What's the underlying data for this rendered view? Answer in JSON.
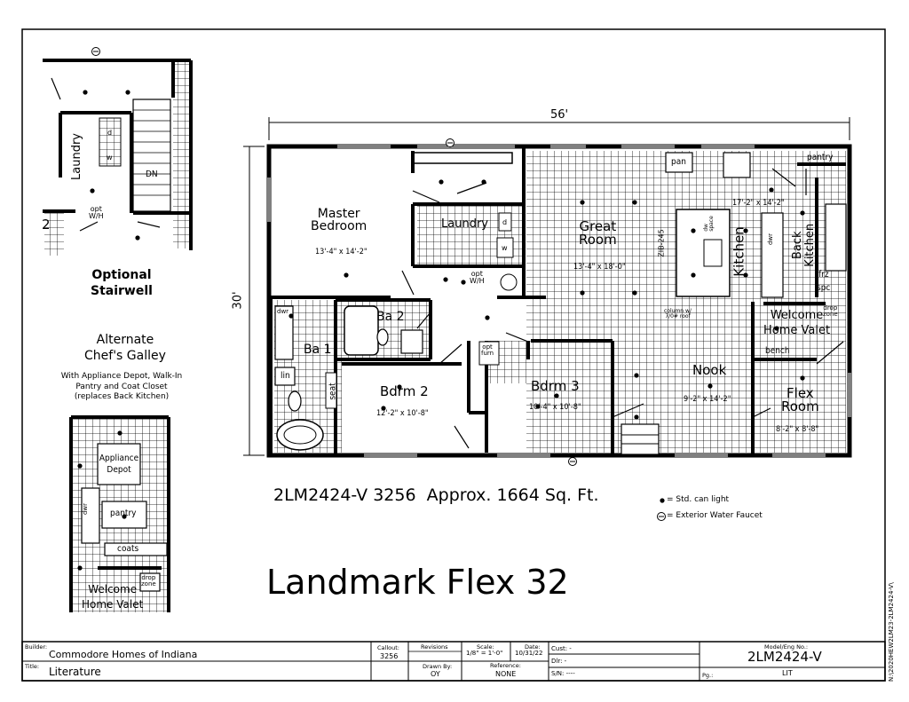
{
  "plan": {
    "overall_width": "56'",
    "overall_depth": "30'",
    "model_line": "2LM2424-V 3256  Approx. 1664 Sq. Ft.",
    "title": "Landmark Flex 32",
    "legend": {
      "can_light": "= Std. can light",
      "faucet": "= Exterior Water Faucet"
    }
  },
  "rooms": {
    "master_name": "Master\nBedroom",
    "master_dim": "13'-4\" x 14'-2\"",
    "laundry": "Laundry",
    "great_name": "Great\nRoom",
    "great_dim": "13'-4\" x 18'-0\"",
    "kitchen": "Kitchen",
    "kitchen_dim": "17'-2\" x 14'-2\"",
    "back_kitchen": "Back\nKitchen",
    "pantry": "pantry",
    "pan": "pan",
    "frz": "frz",
    "spc": "spc",
    "zib": "ZIB-245",
    "dw_space": "dw\nspace",
    "dwr": "dwr",
    "ba2": "Ba 2",
    "ba1": "Ba 1",
    "lin": "lin",
    "seat": "seat",
    "bdrm2_name": "Bdrm 2",
    "bdrm2_dim": "12'-2\" x 10'-8\"",
    "bdrm3_name": "Bdrm 3",
    "bdrm3_dim": "10'-4\" x 10'-8\"",
    "opt_wh": "opt\nW/H",
    "opt_furn": "opt\nfurn",
    "nook_name": "Nook",
    "nook_dim": "9'-2\" x 14'-2\"",
    "welcome": "Welcome\nHome Valet",
    "drop_zone": "drop\nzone",
    "bench": "bench",
    "flex_name": "Flex\nRoom",
    "flex_dim": "8'-2\" x 8'-8\"",
    "column_note": "column w/\n7/0# roof",
    "d": "d",
    "w": "w"
  },
  "stairwell": {
    "title": "Optional\nStairwell",
    "laundry": "Laundry",
    "dn": "DN",
    "opt_wh": "opt\nW/H",
    "two": "2",
    "d": "d",
    "w": "w"
  },
  "galley": {
    "title": "Alternate\nChef's Galley",
    "subtitle": "With Appliance Depot, Walk-In\nPantry and Coat Closet\n(replaces Back Kitchen)",
    "appliance_depot": "Appliance\nDepot",
    "pantry": "pantry",
    "coats": "coats",
    "drop_zone": "drop\nzone",
    "welcome": "Welcome\nHome Valet",
    "dwr": "dwr"
  },
  "title_block": {
    "builder_cap": "Builder:",
    "builder": "Commodore Homes of Indiana",
    "title_cap": "Title:",
    "title": "Literature",
    "callout_cap": "Callout:",
    "callout": "3256",
    "revisions_cap": "Revisions",
    "drawn_cap": "Drawn By:",
    "drawn": "OY",
    "scale_cap": "Scale:",
    "scale": "1/8\" = 1'-0\"",
    "date_cap": "Date:",
    "date": "10/31/22",
    "reference_cap": "Reference:",
    "reference": "NONE",
    "cust": "Cust: -",
    "dlr": "Dlr: -",
    "sn": "S/N: ----",
    "model_cap": "Model/Eng No.:",
    "model": "2LM2424-V",
    "pg_cap": "Pg.:",
    "pg": "LIT"
  },
  "side_code": "N:\\2020HEW2LM23-2LM2424-V\\"
}
